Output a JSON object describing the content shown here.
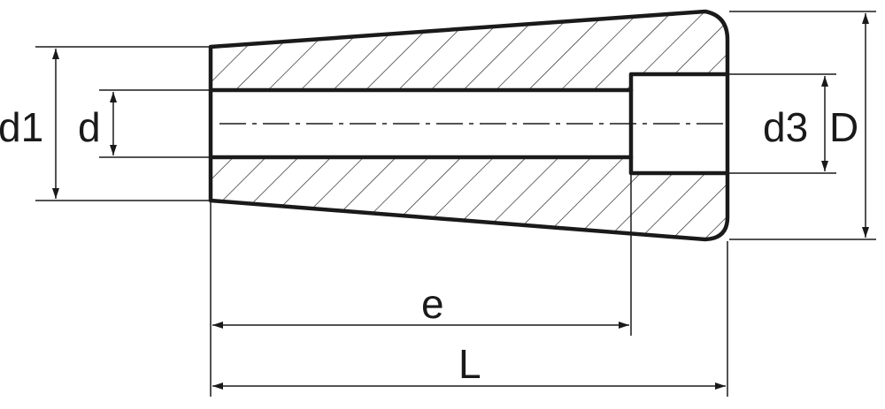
{
  "diagram": {
    "labels": {
      "d1": "d1",
      "d": "d",
      "d3": "d3",
      "D": "D",
      "e": "e",
      "L": "L"
    },
    "colors": {
      "stroke": "#1a1a1a",
      "background": "#ffffff"
    }
  }
}
